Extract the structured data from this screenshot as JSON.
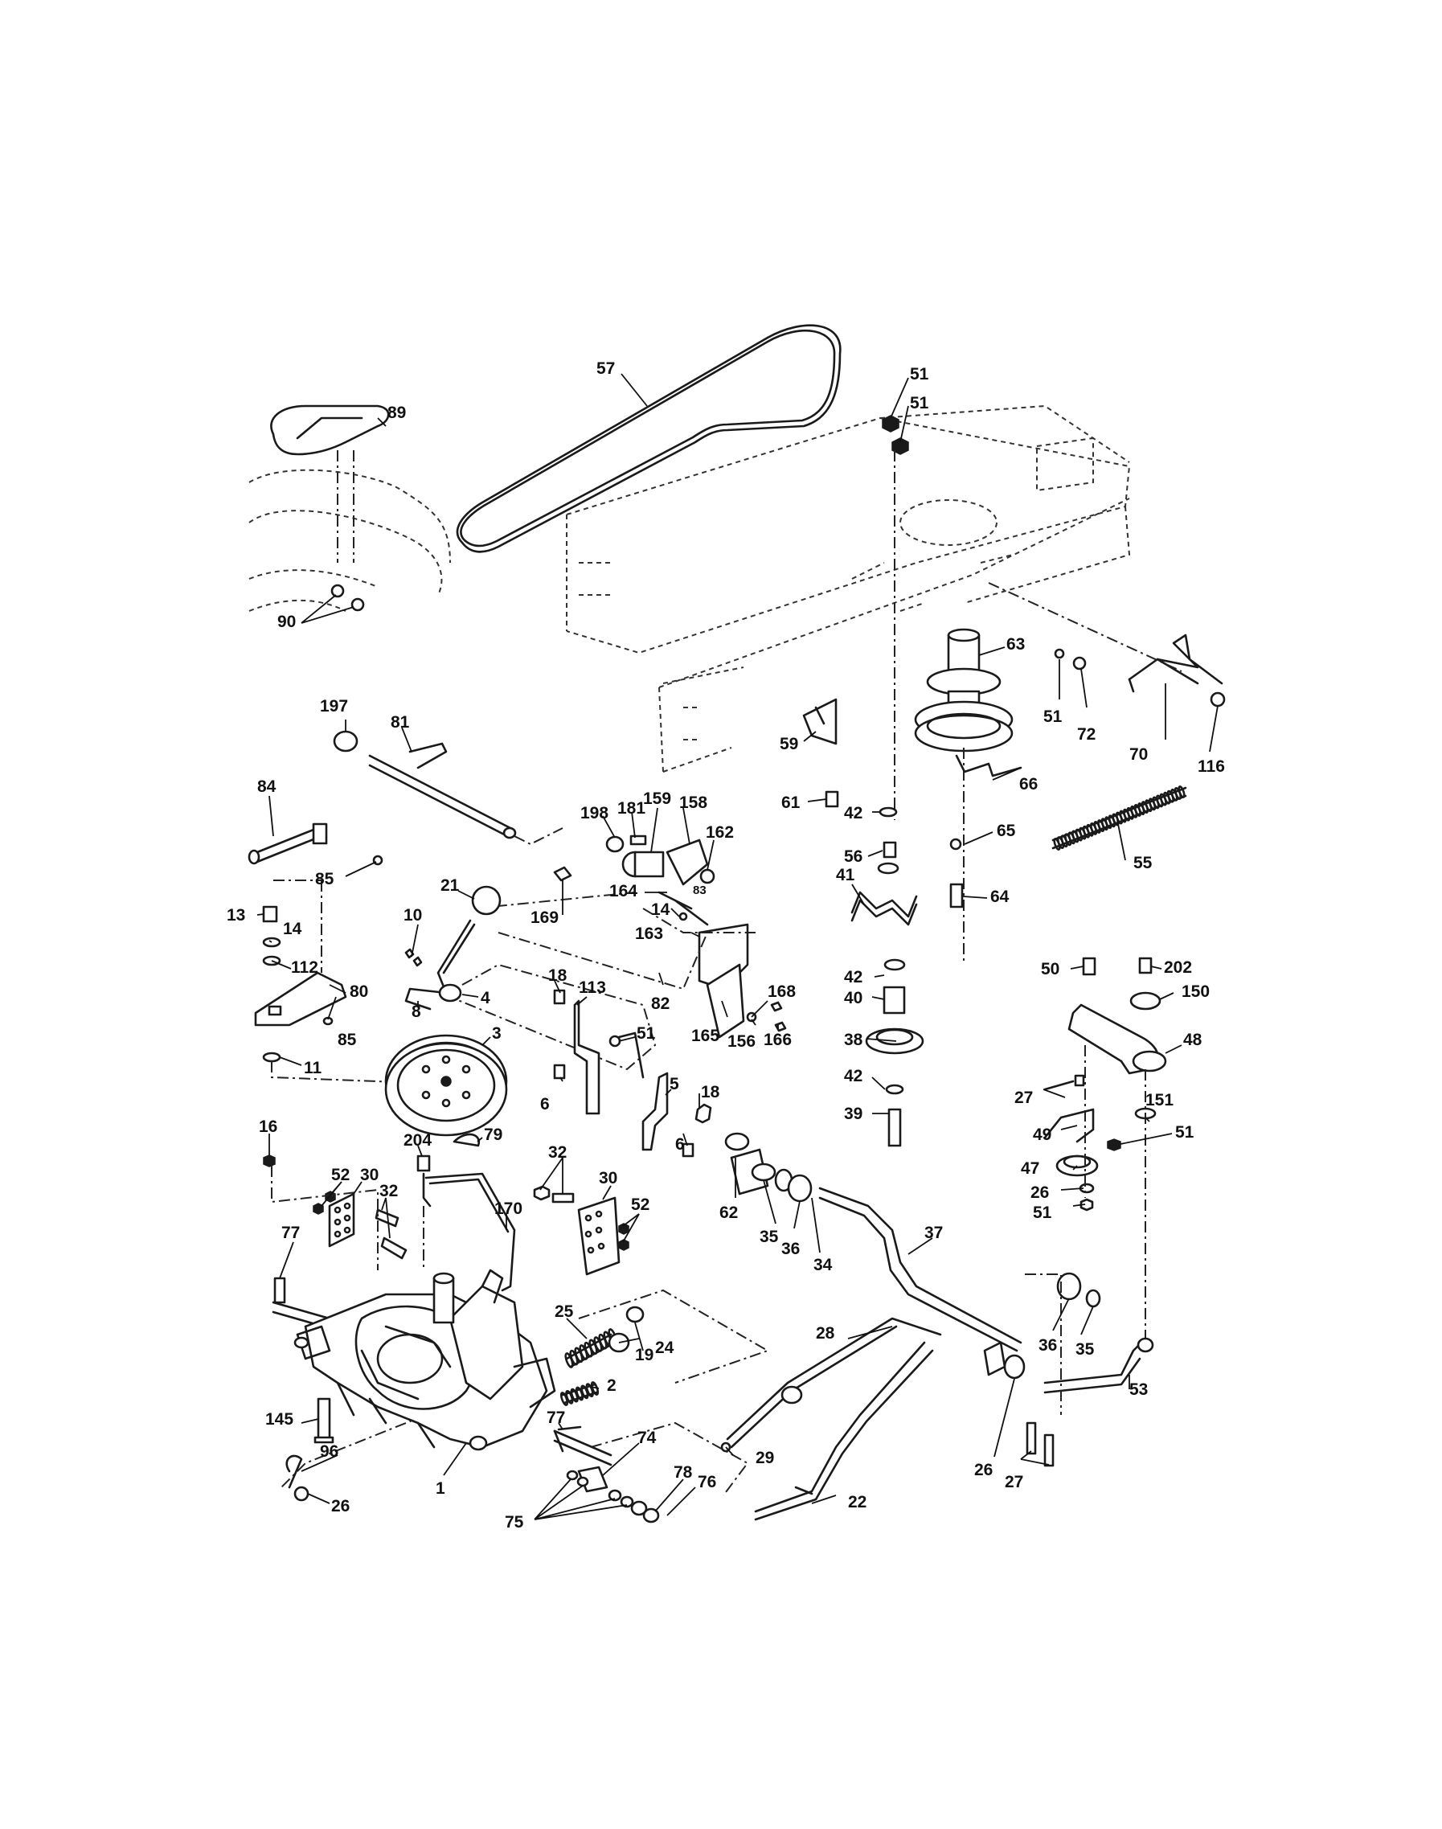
{
  "callouts": [
    "57",
    "89",
    "51",
    "51",
    "90",
    "63",
    "51",
    "72",
    "70",
    "116",
    "59",
    "197",
    "81",
    "84",
    "198",
    "181",
    "159",
    "158",
    "61",
    "42",
    "66",
    "56",
    "65",
    "64",
    "55",
    "162",
    "85",
    "21",
    "169",
    "164",
    "14",
    "83",
    "41",
    "163",
    "13",
    "14",
    "10",
    "112",
    "80",
    "8",
    "168",
    "18",
    "113",
    "82",
    "42",
    "165",
    "156",
    "166",
    "40",
    "50",
    "202",
    "150",
    "85",
    "4",
    "3",
    "51",
    "5",
    "38",
    "48",
    "18",
    "11",
    "42",
    "27",
    "6",
    "6",
    "39",
    "151",
    "51",
    "49",
    "16",
    "52",
    "30",
    "32",
    "204",
    "32",
    "30",
    "79",
    "62",
    "47",
    "26",
    "52",
    "170",
    "35",
    "36",
    "51",
    "34",
    "77",
    "37",
    "25",
    "36",
    "35",
    "24",
    "19",
    "28",
    "53",
    "2",
    "145",
    "77",
    "29",
    "26",
    "27",
    "74",
    "22",
    "96",
    "78",
    "76",
    "75",
    "26",
    "1"
  ]
}
